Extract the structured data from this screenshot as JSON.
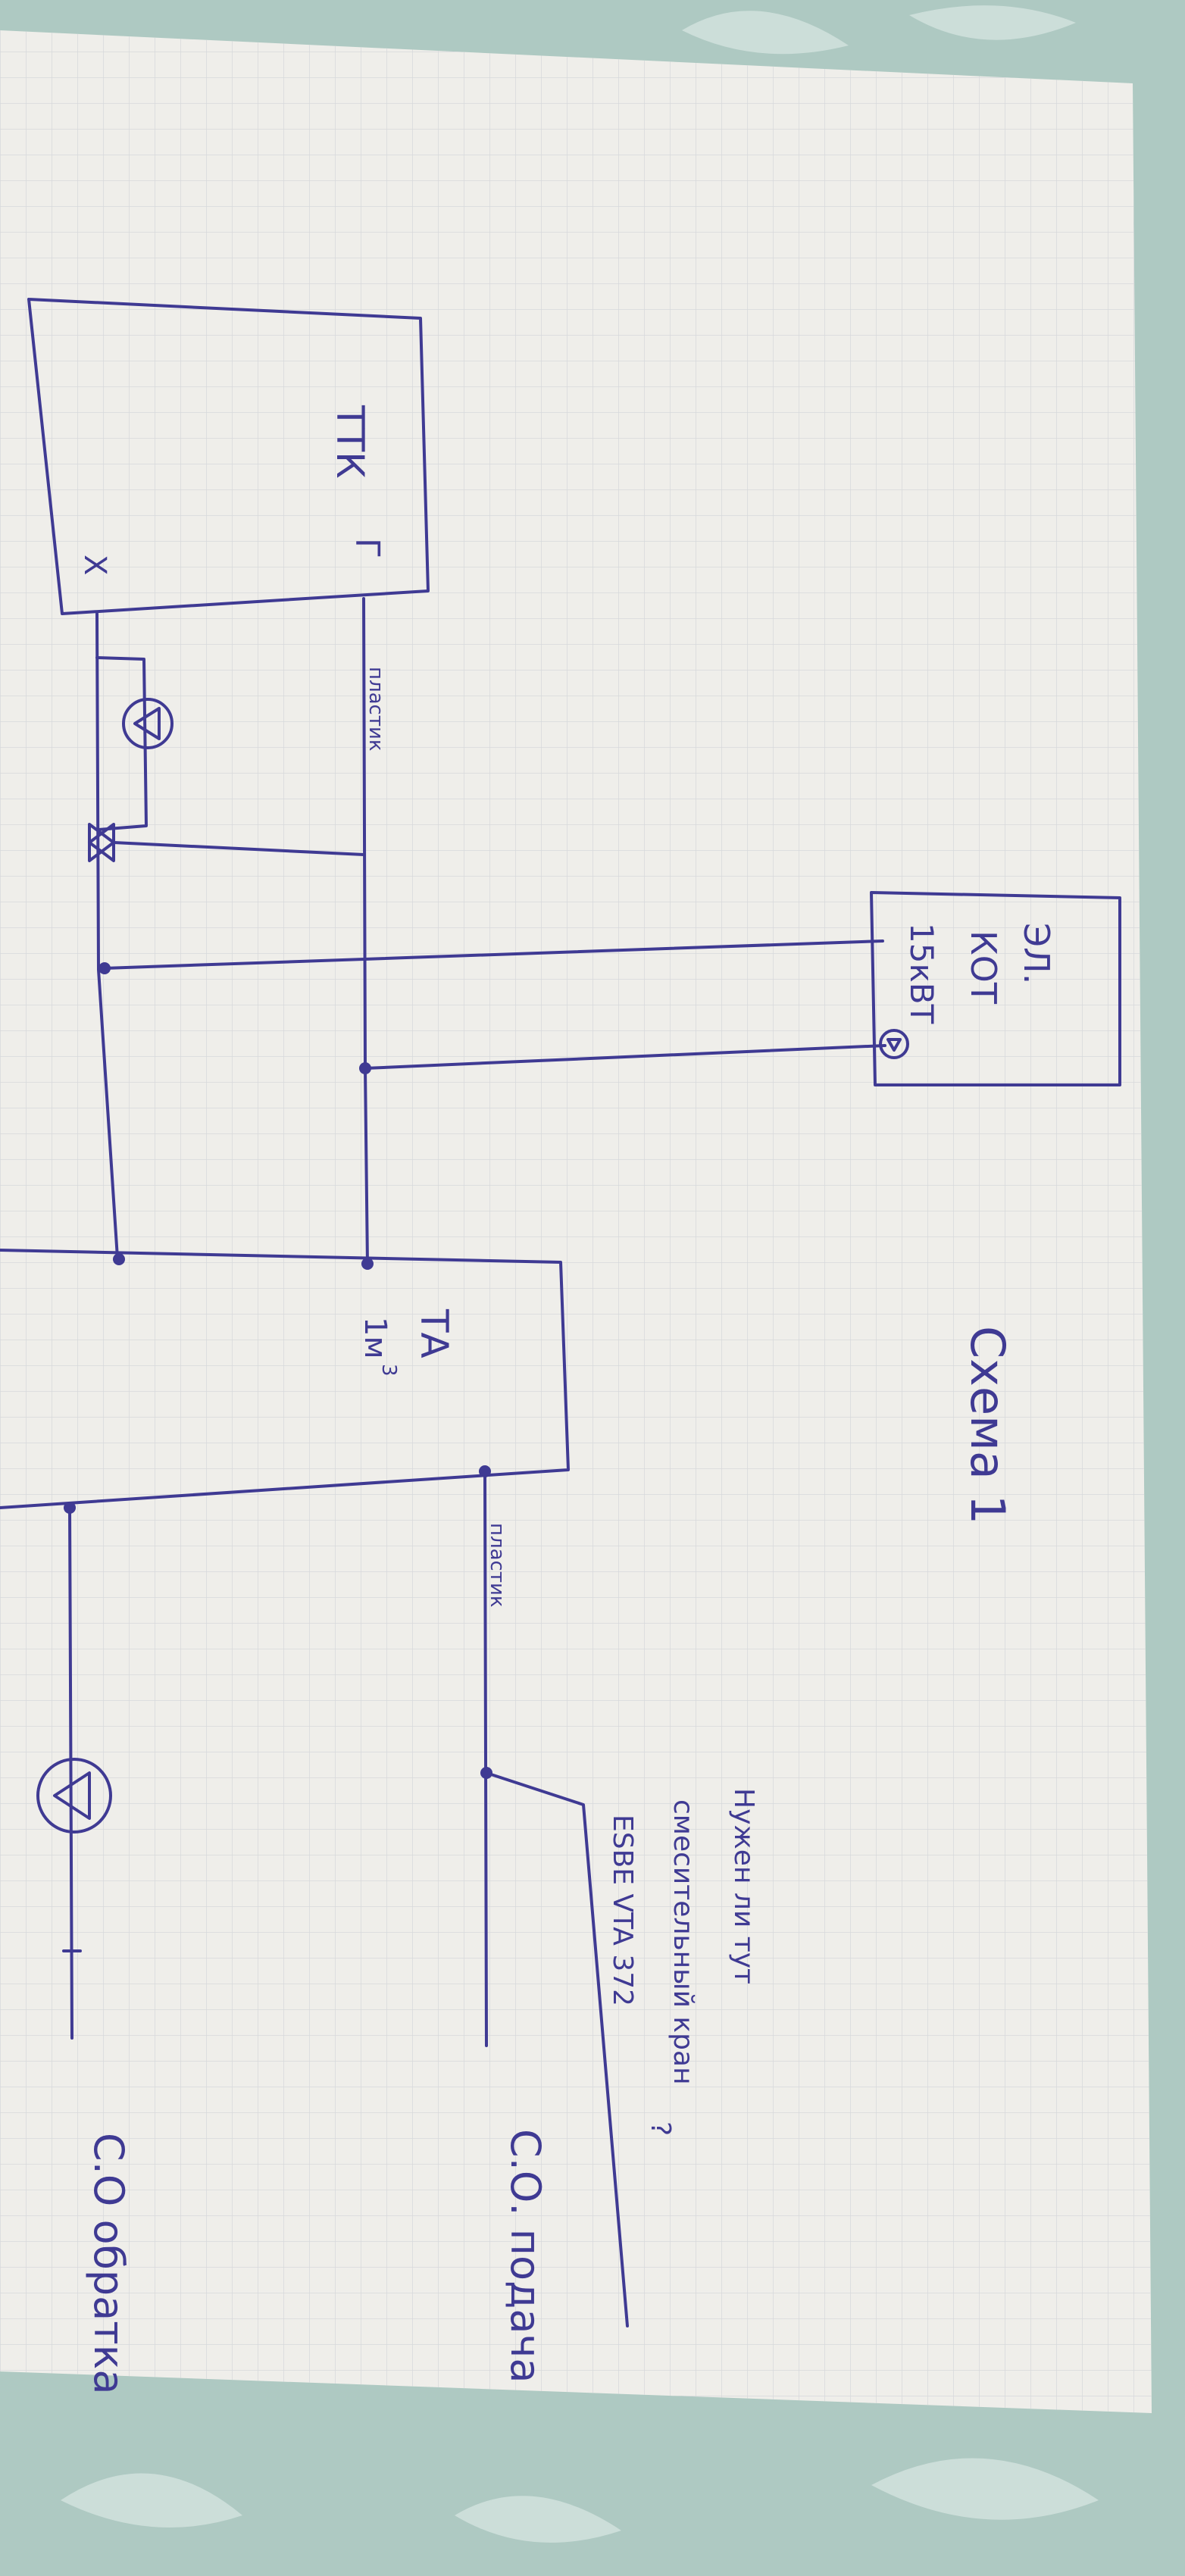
{
  "labels": {
    "ttk_line1": "ТТК",
    "ttk_g": "Г",
    "ttk_x": "Х",
    "boiler_el": "ЭЛ.",
    "boiler_kot": "КОТ",
    "boiler_power": "15кВТ",
    "ta_name": "ТА",
    "ta_volume": "1м",
    "ta_volume_sup": "3",
    "pipe_metalk": "пластик",
    "pipe_polk": "пластик",
    "title": "Схема 1",
    "question_line1": "Нужен ли тут",
    "question_line2": "смесительный кран",
    "question_line3": "ESBE VTA 372",
    "question_mark": "?",
    "so_supply": "С.О. подача",
    "so_return": "С.О обратка"
  },
  "colors": {
    "paper": "#efeeea",
    "grid": "#d7d9db",
    "ink": "#3f3a93",
    "background": "#aec9c2"
  },
  "icons": {
    "pump": "pump-icon",
    "check_valve": "check-valve-icon",
    "sensor": "sensor-icon"
  }
}
